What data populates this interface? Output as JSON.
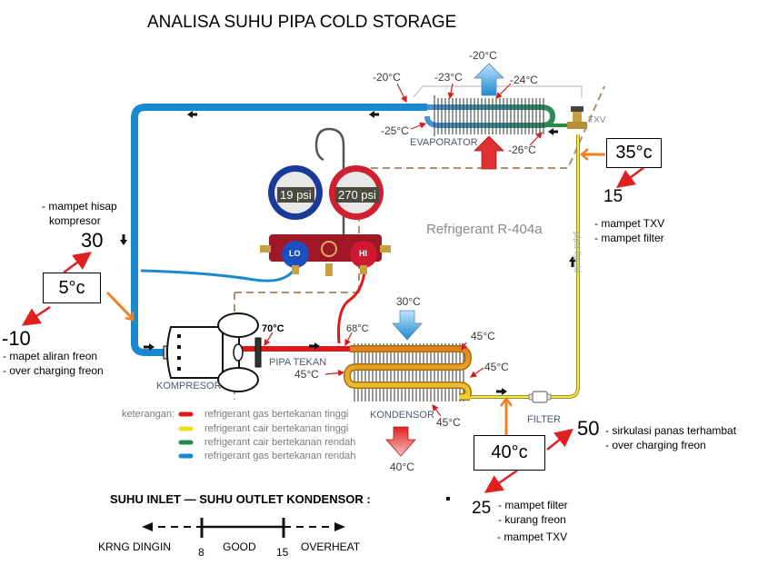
{
  "title": "ANALISA SUHU PIPA COLD STORAGE",
  "colors": {
    "gas_high": "#e01818",
    "liquid_high": "#f0e020",
    "liquid_low": "#2a8a4a",
    "gas_low": "#1a8ad0",
    "annotation_arrow": "#e02020",
    "sensor_arrow": "#f08020"
  },
  "evaporator": {
    "label": "EVAPORATOR",
    "air_out_temp": "-20°C",
    "temps": {
      "outlet": "-20°C",
      "upper_left": "-23°C",
      "upper_right": "-24°C",
      "lower_left": "-25°C",
      "inlet": "-26°C"
    }
  },
  "txv_label": "TXV",
  "gauges": {
    "low": {
      "reading": "19 psi",
      "knob": "LO"
    },
    "high": {
      "reading": "270 psi",
      "knob": "HI"
    }
  },
  "refrigerant": "Refrigerant R-404a",
  "liquid_pipe_label": "pipa liquid",
  "compressor": {
    "label": "KOMPRESOR",
    "discharge_temp": "70°C",
    "discharge_pipe_label": "PIPA TEKAN"
  },
  "condenser": {
    "label": "KONDENSOR",
    "air_in_temp": "30°C",
    "air_out_temp": "40°C",
    "temps": {
      "inlet": "68°C",
      "left": "45°C",
      "right_top": "45°C",
      "right_mid": "45°C",
      "bottom": "45°C"
    }
  },
  "filter_label": "FILTER",
  "suction_analysis": {
    "box": "5°c",
    "high_value": "30",
    "high_notes": [
      "- mampet hisap",
      "kompresor"
    ],
    "low_value": "-10",
    "low_notes": [
      "- mapet aliran freon",
      "- over charging freon"
    ]
  },
  "txv_analysis": {
    "box": "35°c",
    "low_value": "15",
    "low_notes": [
      "- mampet TXV",
      "- mampet filter"
    ]
  },
  "condenser_outlet_analysis": {
    "box": "40°c",
    "high_value": "50",
    "high_notes": [
      "- sirkulasi panas terhambat",
      "- over charging freon"
    ],
    "low_value": "25",
    "low_notes": [
      "- mampet filter",
      "- kurang freon",
      "- mampet TXV"
    ]
  },
  "legend": {
    "title": "keterangan:",
    "items": [
      {
        "label": "refrigerant gas bertekanan tinggi",
        "color": "#e01818"
      },
      {
        "label": "refrigerant cair bertekanan tinggi",
        "color": "#f0e020"
      },
      {
        "label": "refrigerant cair bertekanan rendah",
        "color": "#2a8a4a"
      },
      {
        "label": "refrigerant gas bertekanan rendah",
        "color": "#1a8ad0"
      }
    ]
  },
  "scale": {
    "title": "SUHU INLET — SUHU OUTLET KONDENSOR :",
    "left_label": "KRNG DINGIN",
    "mid_label": "GOOD",
    "right_label": "OVERHEAT",
    "tick_low": "8",
    "tick_high": "15"
  }
}
